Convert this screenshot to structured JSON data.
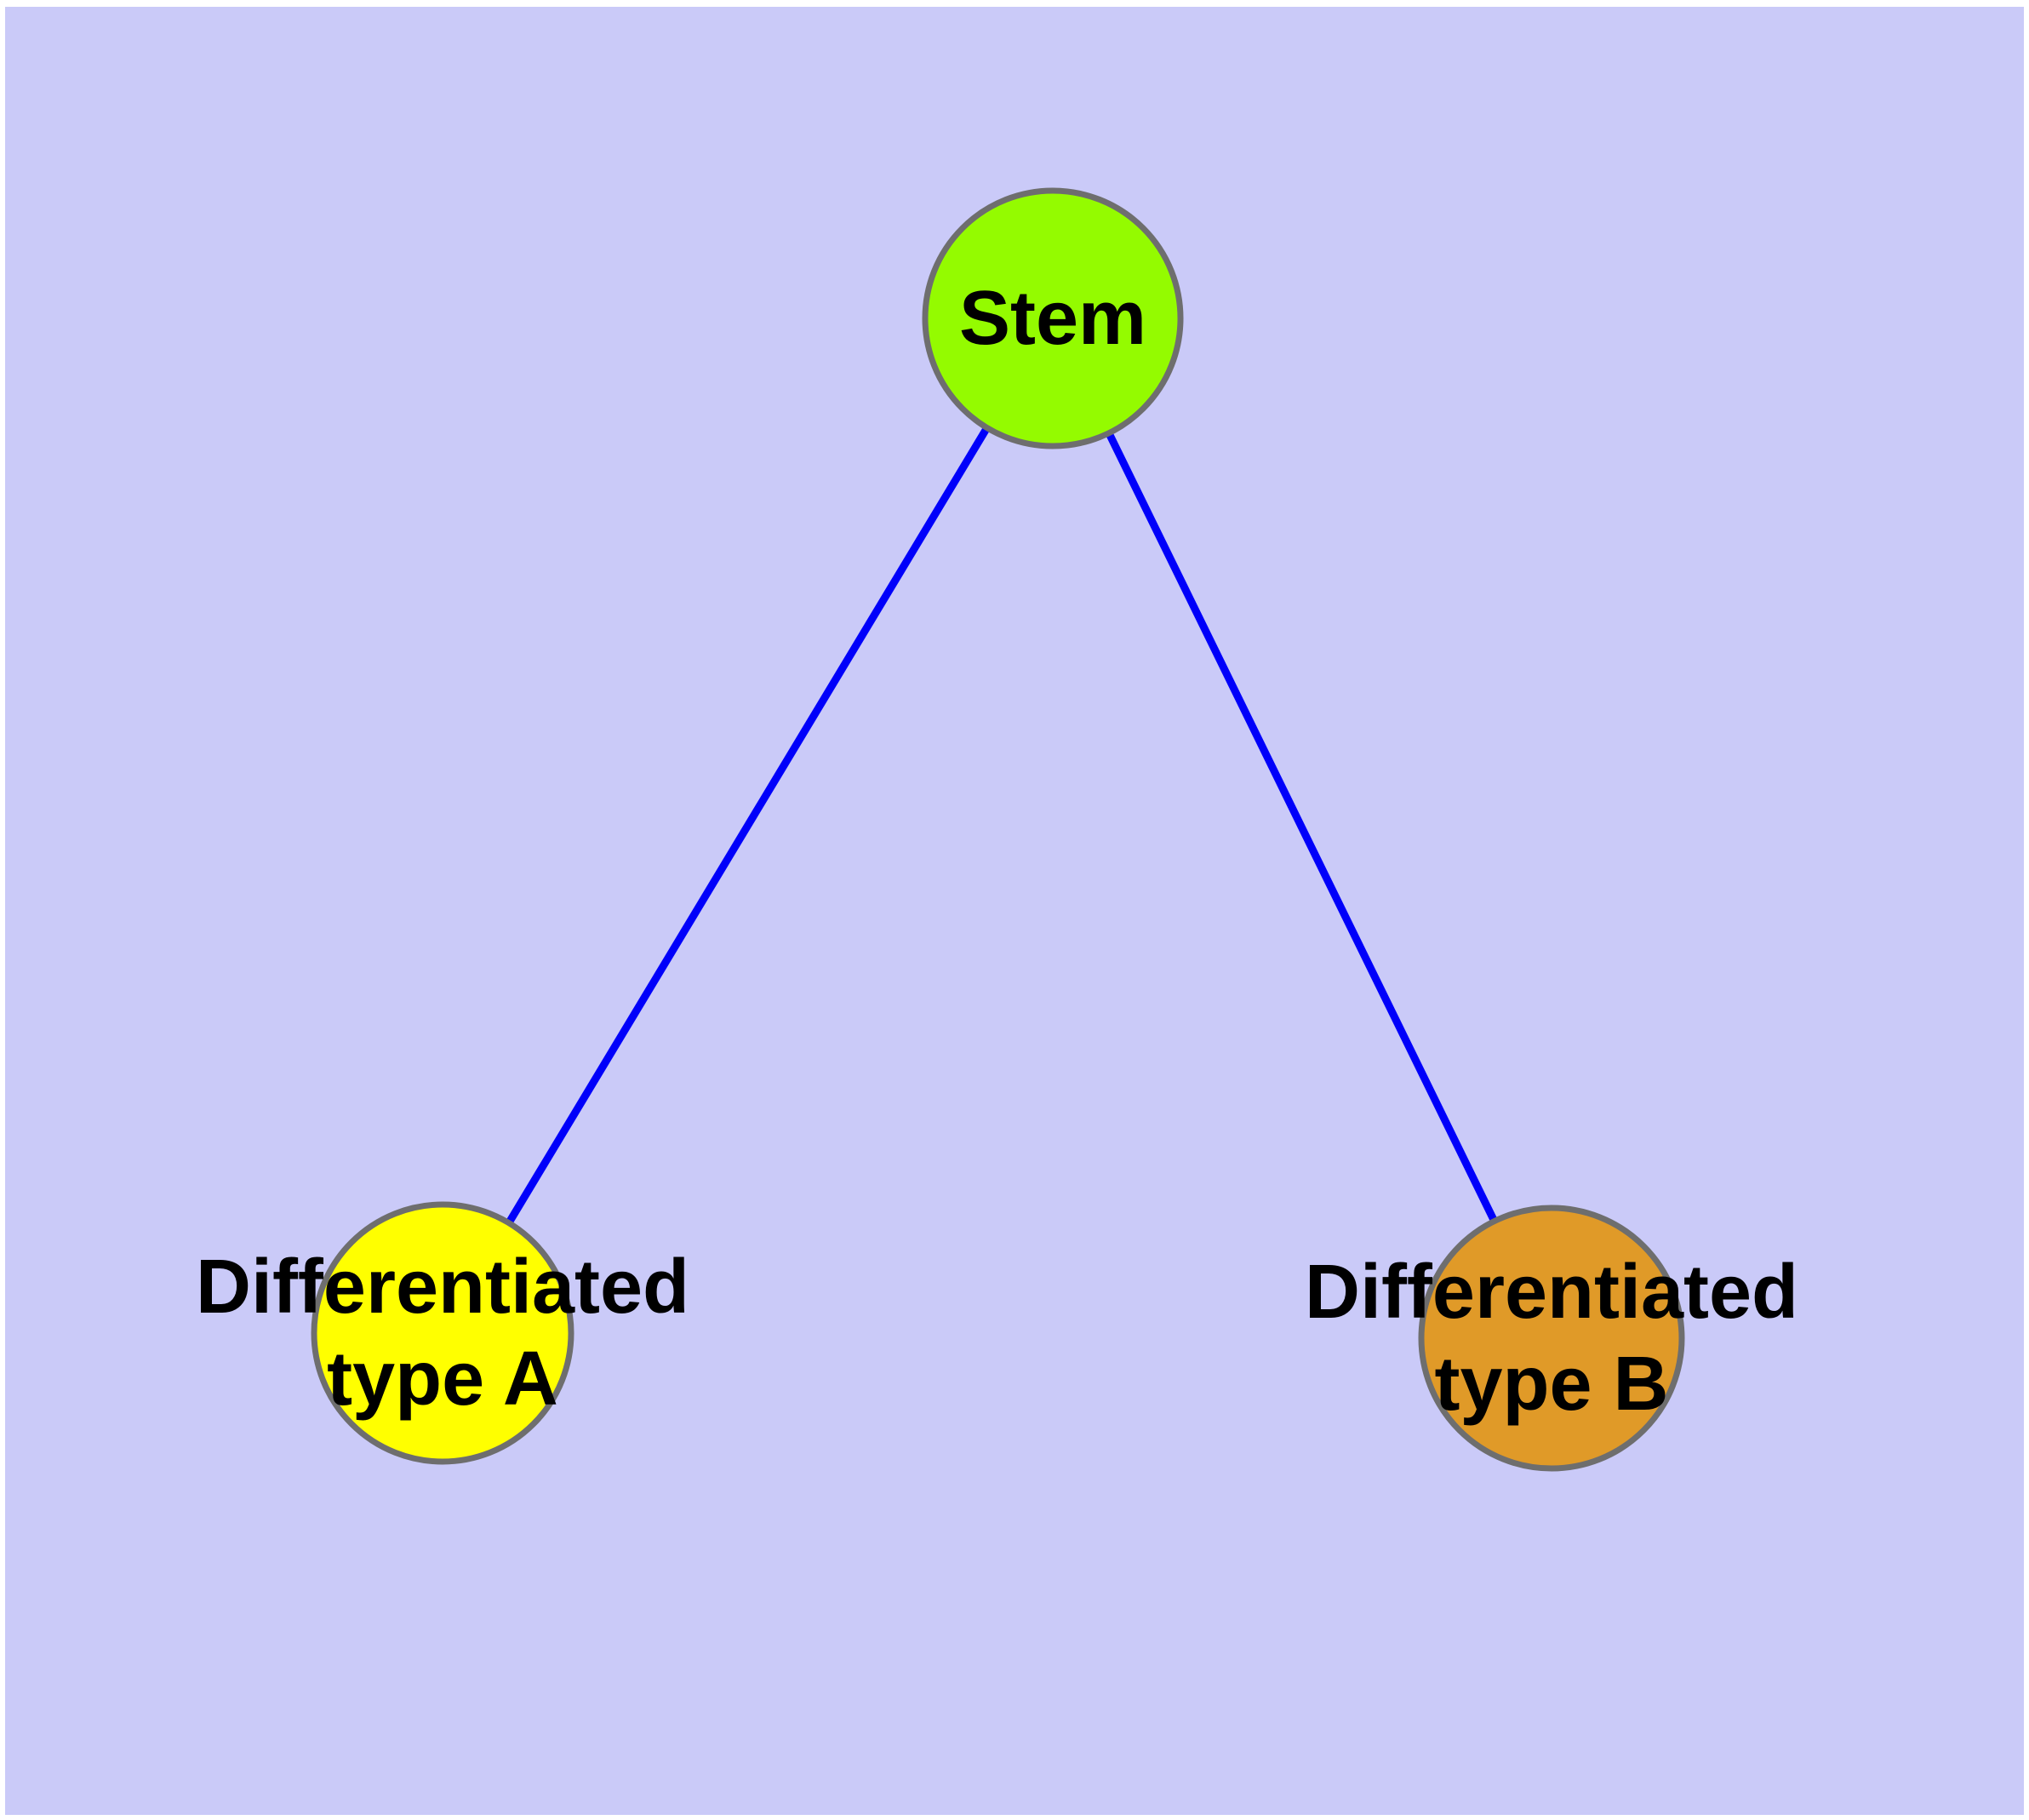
{
  "diagram": {
    "type": "graph",
    "description": "Cell differentiation hierarchy diagram",
    "nodes": {
      "stem": {
        "id": "stem",
        "label": "Stem",
        "fill": "#94FB00",
        "shape": "circle"
      },
      "typeA": {
        "id": "typeA",
        "label": "Differentiated\ntype A",
        "fill": "#FFFF00",
        "shape": "circle"
      },
      "typeB": {
        "id": "typeB",
        "label": "Differentiated\ntype B",
        "fill": "#E09A28",
        "shape": "circle"
      }
    },
    "edges": [
      {
        "from": "stem",
        "to": "typeA"
      },
      {
        "from": "stem",
        "to": "typeB"
      }
    ],
    "colors": {
      "background": "#CACAF8",
      "frame": "#FFFFFF",
      "edge": "#0000FA",
      "node_border": "#6E6E6E",
      "label_text": "#000000"
    }
  }
}
